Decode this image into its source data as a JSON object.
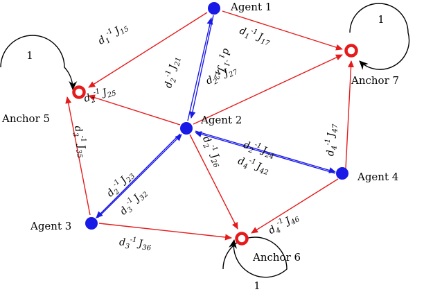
{
  "colors": {
    "agent": "#1a1ae6",
    "anchor": "#e61a1a",
    "agent_edge": "#1a1ae6",
    "anchor_edge": "#e61a1a",
    "loop": "#000000"
  },
  "nodes": [
    {
      "id": "agent1",
      "kind": "agent",
      "label": "Agent 1"
    },
    {
      "id": "agent2",
      "kind": "agent",
      "label": "Agent 2"
    },
    {
      "id": "agent3",
      "kind": "agent",
      "label": "Agent 3"
    },
    {
      "id": "agent4",
      "kind": "agent",
      "label": "Agent 4"
    },
    {
      "id": "anchor5",
      "kind": "anchor",
      "label": "Anchor 5"
    },
    {
      "id": "anchor6",
      "kind": "anchor",
      "label": "Anchor 6"
    },
    {
      "id": "anchor7",
      "kind": "anchor",
      "label": "Anchor 7"
    }
  ],
  "edges": [
    {
      "id": "e15",
      "from": "agent1",
      "to": "anchor5",
      "type": "anchor",
      "label": "d1^{-1} J15"
    },
    {
      "id": "e17",
      "from": "agent1",
      "to": "anchor7",
      "type": "anchor",
      "label": "d1^{-1} J17"
    },
    {
      "id": "e21",
      "from": "agent2",
      "to": "agent1",
      "type": "agent",
      "label": "d2^{-1} J21"
    },
    {
      "id": "e12",
      "from": "agent1",
      "to": "agent2",
      "type": "agent",
      "label": "d1^{-1} J12"
    },
    {
      "id": "e25",
      "from": "agent2",
      "to": "anchor5",
      "type": "anchor",
      "label": "d2^{-1} J25"
    },
    {
      "id": "e27",
      "from": "agent2",
      "to": "anchor7",
      "type": "anchor",
      "label": "d2^{-1} J27"
    },
    {
      "id": "e26",
      "from": "agent2",
      "to": "anchor6",
      "type": "anchor",
      "label": "d2^{-1} J26"
    },
    {
      "id": "e24",
      "from": "agent2",
      "to": "agent4",
      "type": "agent",
      "label": "d2^{-1} J24"
    },
    {
      "id": "e42",
      "from": "agent4",
      "to": "agent2",
      "type": "agent",
      "label": "d4^{-1} J42"
    },
    {
      "id": "e23",
      "from": "agent2",
      "to": "agent3",
      "type": "agent",
      "label": "d2^{-1} J23"
    },
    {
      "id": "e32",
      "from": "agent3",
      "to": "agent2",
      "type": "agent",
      "label": "d3^{-1} J32"
    },
    {
      "id": "e35",
      "from": "agent3",
      "to": "anchor5",
      "type": "anchor",
      "label": "d3^{-1} J35"
    },
    {
      "id": "e36",
      "from": "agent3",
      "to": "anchor6",
      "type": "anchor",
      "label": "d3^{-1} J36"
    },
    {
      "id": "e46",
      "from": "agent4",
      "to": "anchor6",
      "type": "anchor",
      "label": "d4^{-1} J46"
    },
    {
      "id": "e47",
      "from": "agent4",
      "to": "anchor7",
      "type": "anchor",
      "label": "d4^{-1} J47"
    }
  ],
  "self_loops": [
    {
      "id": "loop5",
      "node": "anchor5",
      "label": "1"
    },
    {
      "id": "loop6",
      "node": "anchor6",
      "label": "1"
    },
    {
      "id": "loop7",
      "node": "anchor7",
      "label": "1"
    }
  ]
}
